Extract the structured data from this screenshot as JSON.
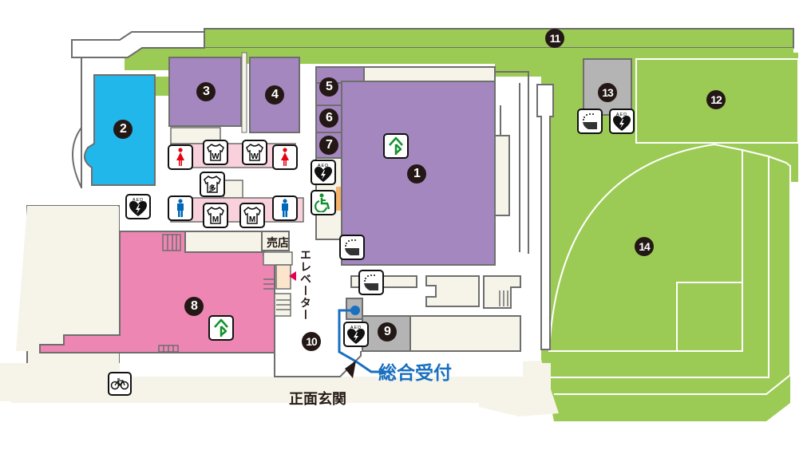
{
  "map": {
    "colors": {
      "green": "#9ccb55",
      "purple": "#a587bf",
      "blue": "#21b7ea",
      "pink": "#ee86b3",
      "cream": "#f6f4e8",
      "gray_fill": "#b4b4b4",
      "outline": "#6e6e6e",
      "reception_blue": "#1a6fbf",
      "elevator_marker": "#e5004f"
    },
    "numbers": {
      "n1": "1",
      "n2": "2",
      "n3": "3",
      "n4": "4",
      "n5": "5",
      "n6": "6",
      "n7": "7",
      "n8": "8",
      "n9": "9",
      "n10": "10",
      "n11": "11",
      "n12": "12",
      "n13": "13",
      "n14": "14"
    },
    "labels": {
      "shop": "売店",
      "elevator": "エレベーター",
      "reception": "総合受付",
      "main_entrance": "正面玄関"
    },
    "icons": {
      "aed_text": "AED",
      "locker_w": "W",
      "locker_m": "M",
      "locker_multi": "多",
      "legend": [
        "womens-restroom",
        "mens-restroom",
        "womens-changing-room",
        "mens-changing-room",
        "multipurpose-changing-room",
        "aed",
        "accessible-restroom",
        "emergency-exit",
        "tatami-room",
        "bicycle-parking"
      ]
    }
  }
}
